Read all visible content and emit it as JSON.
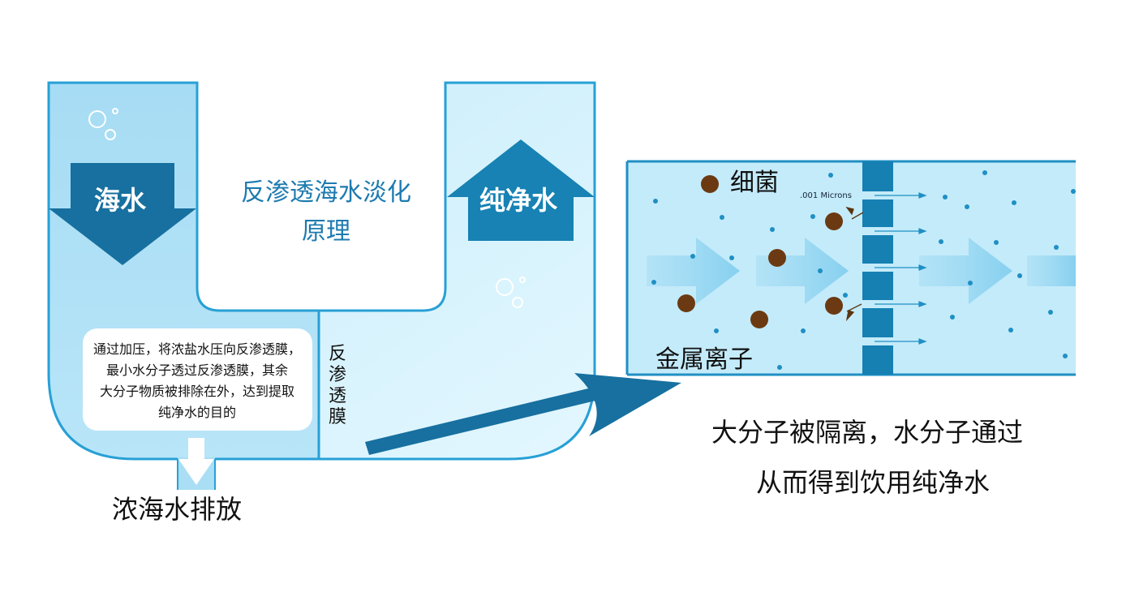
{
  "title_lines": [
    "反渗透海水淡化",
    "原理"
  ],
  "left_diagram": {
    "seawater_label": "海水",
    "purewater_label": "纯净水",
    "membrane_label": "反渗透膜",
    "drain_label": "浓海水排放",
    "explanation_lines": [
      "通过加压，将浓盐水压向反渗透膜，",
      "最小水分子透过反渗透膜，其余",
      "大分子物质被排除在外，达到提取",
      "纯净水的目的"
    ]
  },
  "zoom_diagram": {
    "bacteria_label": "细菌",
    "metal_ion_label": "金属离子",
    "micron_label": ".001 Microns"
  },
  "caption_lines": [
    "大分子被隔离，水分子通过",
    "从而得到饮用纯净水"
  ],
  "colors": {
    "accent": "#1782b3",
    "dark_arrow": "#17709f",
    "tank_left": "#a9def5",
    "tank_right": "#cdeefb",
    "outline": "#27a0d6",
    "particle": "#6b3a12",
    "dot": "#1f8fc4"
  }
}
